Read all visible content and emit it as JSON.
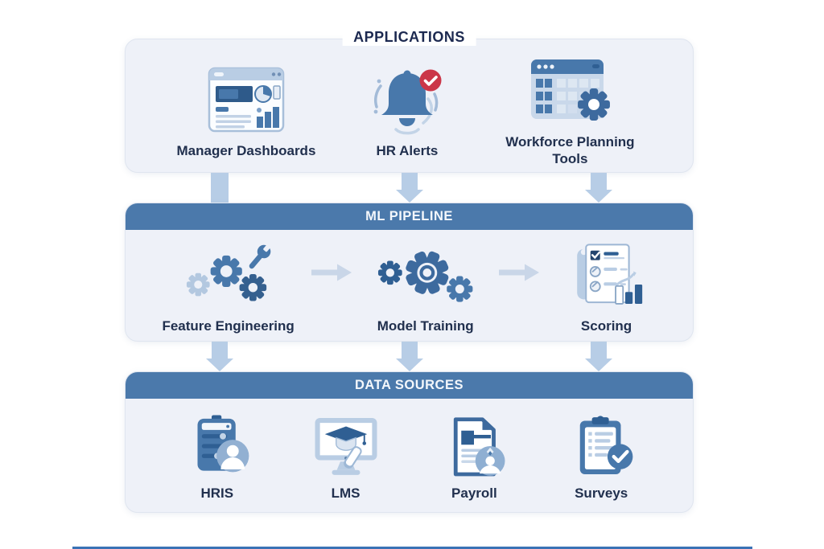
{
  "layers": {
    "applications": {
      "title": "APPLICATIONS",
      "items": [
        {
          "label": "Manager Dashboards",
          "icon": "dashboard-icon"
        },
        {
          "label": "HR Alerts",
          "icon": "bell-alert-icon"
        },
        {
          "label": "Workforce Planning Tools",
          "icon": "workforce-planning-icon"
        }
      ]
    },
    "ml_pipeline": {
      "title": "ML PIPELINE",
      "items": [
        {
          "label": "Feature Engineering",
          "icon": "gears-wrench-icon"
        },
        {
          "label": "Model Training",
          "icon": "training-gears-icon"
        },
        {
          "label": "Scoring",
          "icon": "scorecard-chart-icon"
        }
      ]
    },
    "data_sources": {
      "title": "DATA SOURCES",
      "items": [
        {
          "label": "HRIS",
          "icon": "hris-server-person-icon"
        },
        {
          "label": "LMS",
          "icon": "lms-monitor-graduation-icon"
        },
        {
          "label": "Payroll",
          "icon": "payroll-document-person-icon"
        },
        {
          "label": "Surveys",
          "icon": "surveys-clipboard-check-icon"
        }
      ]
    }
  },
  "connectors": {
    "applications_to_ml_pipeline": 3,
    "ml_pipeline_to_data_sources": 3,
    "ml_pipeline_internal_arrows": 2,
    "direction_vertical": "down",
    "direction_horizontal": "right"
  },
  "colors": {
    "header_band": "#4b79ab",
    "panel_bg": "#eef1f8",
    "panel_border": "#dfe5ef",
    "title_navy": "#1c2950",
    "label_navy": "#21304e",
    "arrow_vertical": "#b7cde6",
    "arrow_horizontal": "#c9d6e8",
    "icon_blue": "#4878ab",
    "icon_dark_blue": "#2f5f93",
    "icon_light_blue": "#b9cde4",
    "alert_badge_red": "#cb3648",
    "bottom_accent": "#3a72b5"
  }
}
